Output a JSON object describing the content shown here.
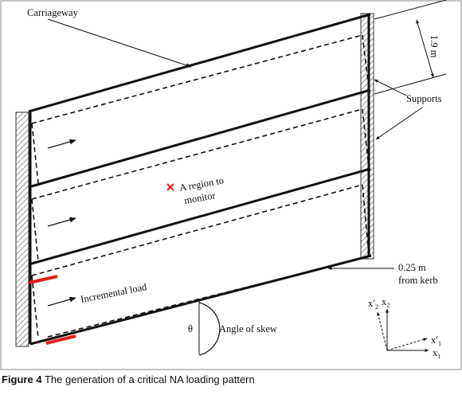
{
  "labels": {
    "carriageway": "Carriageway",
    "supports": "Supports",
    "lane_width": "1.9 m",
    "region_line1": "A region to",
    "region_line2": "monitor",
    "incremental_load": "Incremental load",
    "kerb_line1": "0.25 m",
    "kerb_line2": "from kerb",
    "theta": "θ",
    "angle_of_skew": "Angle of skew"
  },
  "axes": {
    "x_prime_base": "x′",
    "x_prime_sub": "1",
    "x_base": "x",
    "x_sub": "1",
    "y_prime_base": "x′",
    "y_prime_sub": "2",
    "y_base": "x",
    "y_sub": "2"
  },
  "caption": {
    "figure_label": "Figure 4",
    "text": "The generation of a critical NA loading pattern"
  },
  "colors": {
    "line": "#111111",
    "marker": "#e02020",
    "load_patch": "#e02020",
    "border": "#888888"
  }
}
